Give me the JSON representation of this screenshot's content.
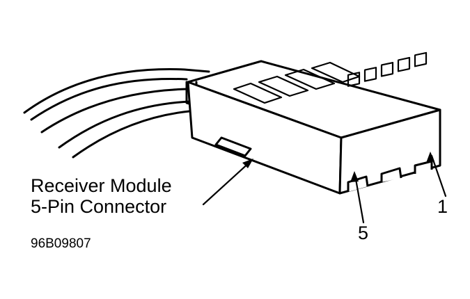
{
  "labels": {
    "callout_line1": "Receiver Module",
    "callout_line2": "5-Pin Connector",
    "pin_first": "1",
    "pin_last": "5",
    "figure_id": "96B09807"
  },
  "connector": {
    "pin_count": 5
  },
  "ink_color": "#000000"
}
